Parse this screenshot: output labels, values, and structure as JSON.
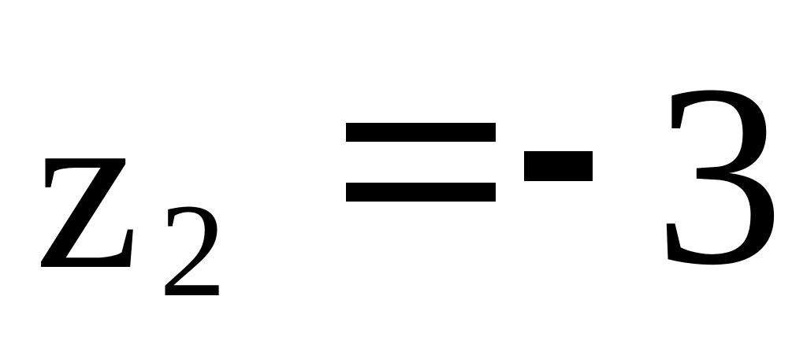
{
  "equation": {
    "variable": "z",
    "subscript": "2",
    "relation": "=",
    "sign": "-",
    "value": "3"
  }
}
